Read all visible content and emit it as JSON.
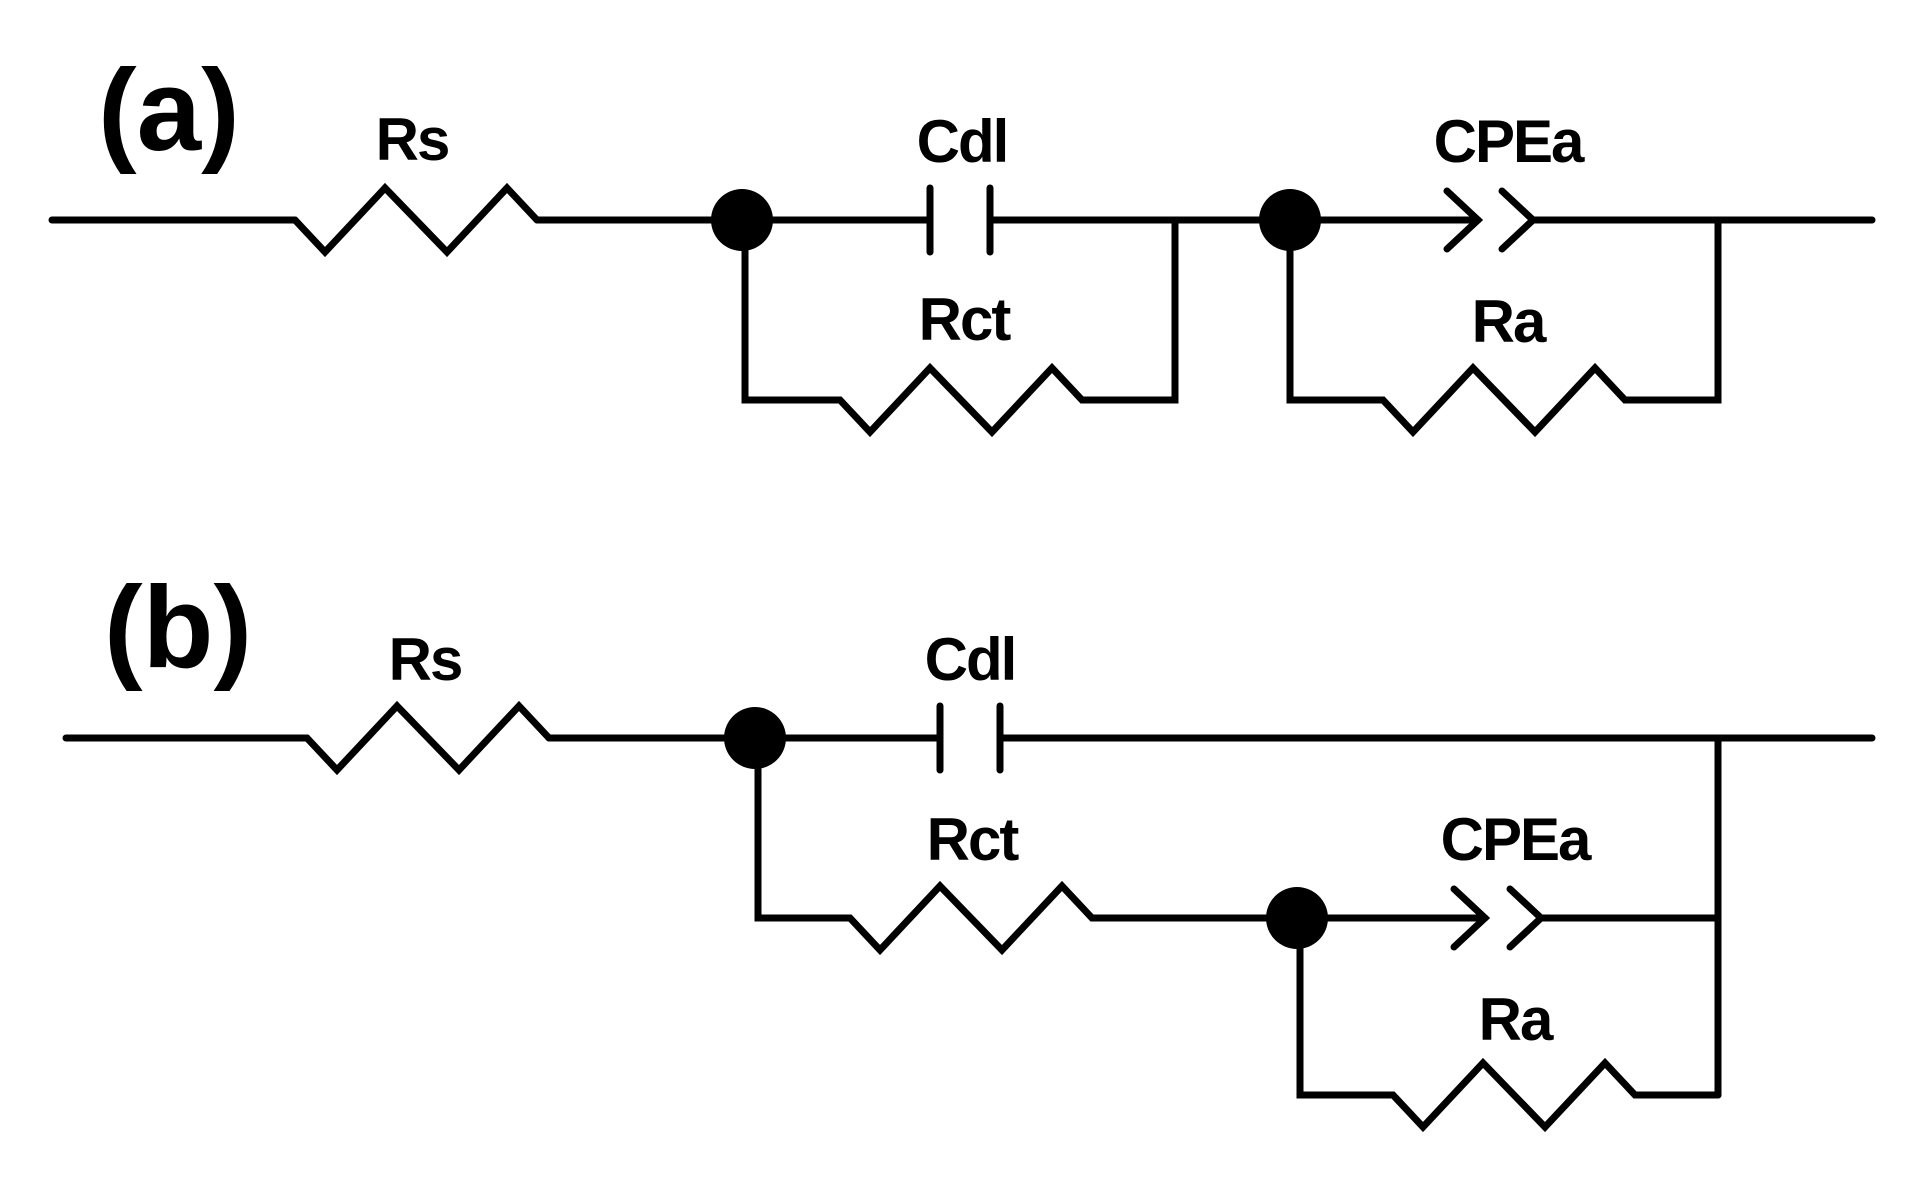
{
  "panels": {
    "a": {
      "label": "(a)",
      "components": {
        "rs": "Rs",
        "cdl": "Cdl",
        "rct": "Rct",
        "cpea": "CPEa",
        "ra": "Ra"
      }
    },
    "b": {
      "label": "(b)",
      "components": {
        "rs": "Rs",
        "cdl": "Cdl",
        "rct": "Rct",
        "cpea": "CPEa",
        "ra": "Ra"
      }
    }
  },
  "colors": {
    "line": "#000000",
    "background": "#ffffff"
  }
}
